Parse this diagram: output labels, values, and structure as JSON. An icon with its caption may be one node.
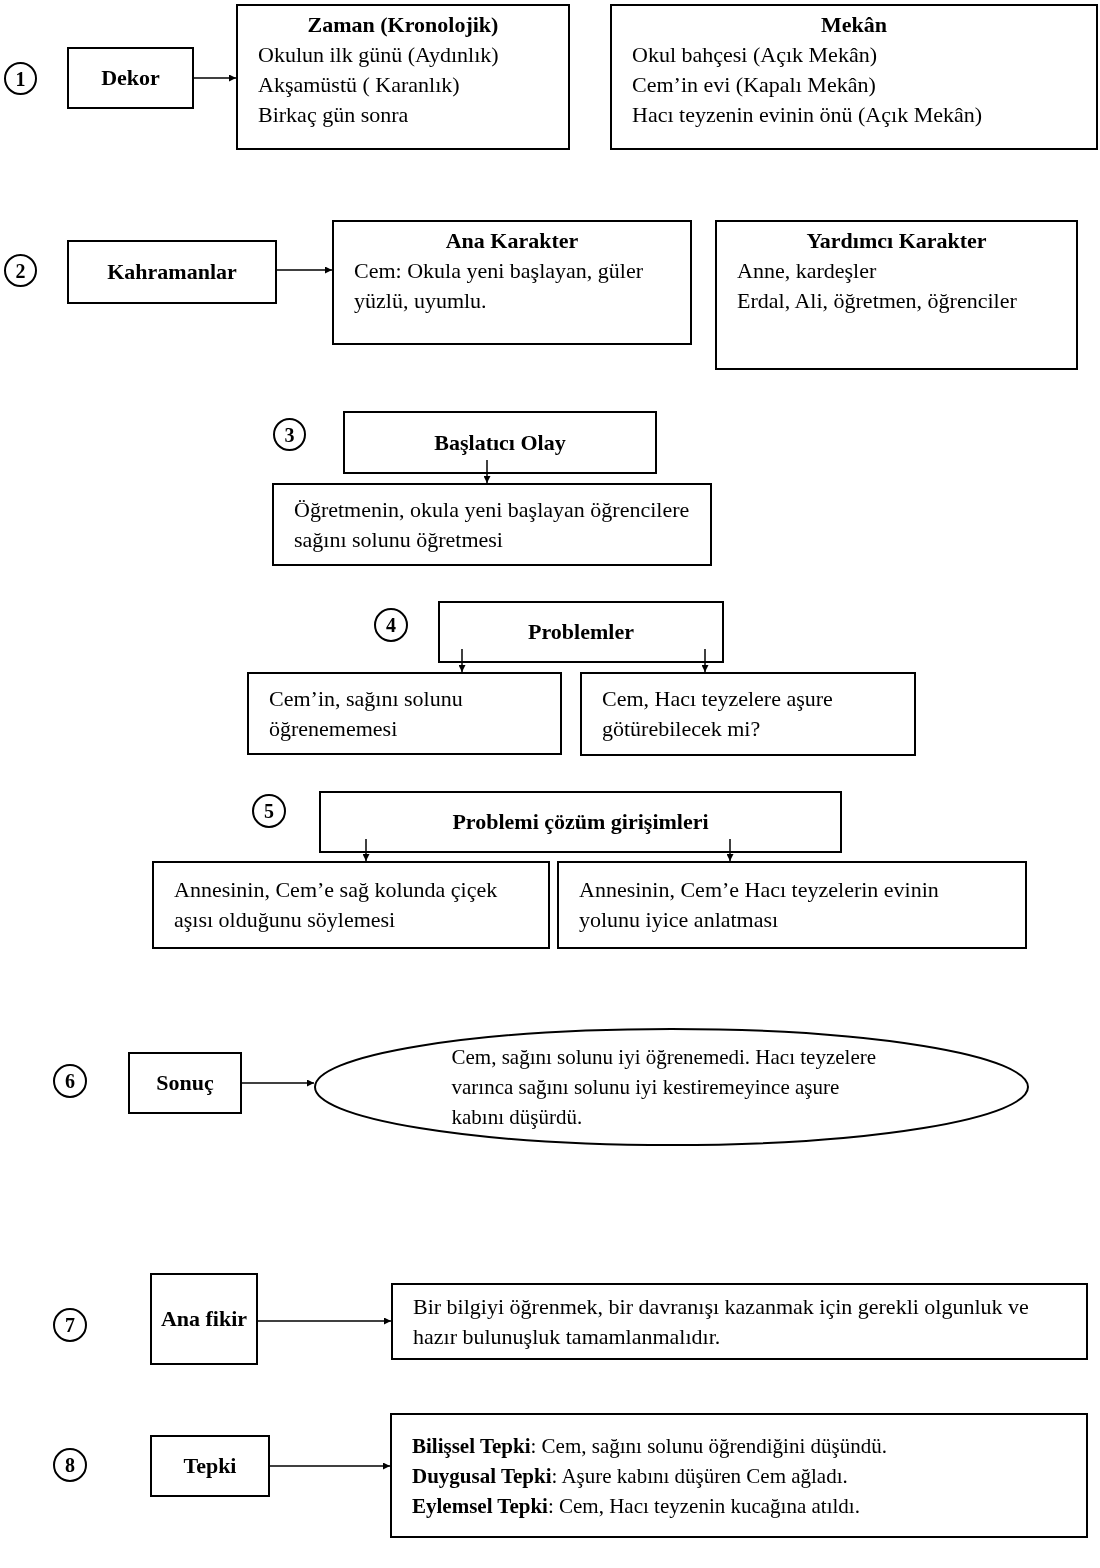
{
  "diagram": {
    "nodes": [
      {
        "text": [
          "1"
        ]
      },
      {
        "text": [
          "Dekor"
        ]
      },
      {
        "text": [
          "Zaman (Kronolojik)",
          "Okulun ilk günü (Aydınlık)",
          "Akşamüstü ( Karanlık)",
          "Birkaç gün sonra"
        ]
      },
      {
        "text": [
          "Mekân",
          "Okul bahçesi (Açık Mekân)",
          "Cem’in evi (Kapalı Mekân)",
          "Hacı teyzenin evinin önü (Açık Mekân)"
        ]
      },
      {
        "text": [
          "2"
        ]
      },
      {
        "text": [
          "Kahramanlar"
        ]
      },
      {
        "text": [
          "Ana Karakter",
          "Cem: Okula yeni başlayan, güler yüzlü, uyumlu."
        ]
      },
      {
        "text": [
          "Yardımcı Karakter",
          "Anne, kardeşler",
          "Erdal, Ali, öğretmen, öğrenciler"
        ]
      },
      {
        "text": [
          "3"
        ]
      },
      {
        "text": [
          "Başlatıcı Olay"
        ]
      },
      {
        "text": [
          "Öğretmenin, okula yeni başlayan öğrencilere sağını solunu öğretmesi"
        ]
      },
      {
        "text": [
          "4"
        ]
      },
      {
        "text": [
          "Problemler"
        ]
      },
      {
        "text": [
          "Cem’in, sağını solunu öğrenememesi"
        ]
      },
      {
        "text": [
          "Cem, Hacı teyzelere aşure götürebilecek mi?"
        ]
      },
      {
        "text": [
          "5"
        ]
      },
      {
        "text": [
          "Problemi çözüm girişimleri"
        ]
      },
      {
        "text": [
          "Annesinin, Cem’e sağ kolunda çiçek aşısı olduğunu söylemesi"
        ]
      },
      {
        "text": [
          "Annesinin, Cem’e Hacı teyzelerin evinin yolunu iyice anlatması"
        ]
      },
      {
        "text": [
          "6"
        ]
      },
      {
        "text": [
          "Sonuç"
        ]
      },
      {
        "text": [
          "Cem, sağını solunu iyi öğrenemedi. Hacı teyzelere varınca sağını solunu iyi kestiremeyince aşure kabını düşürdü."
        ]
      },
      {
        "text": [
          "7"
        ]
      },
      {
        "text": [
          "Ana fikir"
        ]
      },
      {
        "text": [
          "Bir bilgiyi öğrenmek, bir davranışı kazanmak için gerekli olgunluk ve hazır bulunuşluk tamamlanmalıdır."
        ]
      },
      {
        "text": [
          "8"
        ]
      },
      {
        "text": [
          "Tepki"
        ]
      },
      {
        "text": [
          "**Bilişsel Tepki**: Cem, sağını solunu öğrendiğini düşündü.",
          "**Duygusal Tepki**: Aşure kabını düşüren Cem ağladı.",
          "**Eylemsel Tepki**: Cem, Hacı teyzenin kucağına atıldı."
        ]
      }
    ],
    "edges": [
      {
        "from": 1,
        "to": 2,
        "arrow": "to"
      },
      {
        "from": 5,
        "to": 6,
        "arrow": "to"
      },
      {
        "from": 9,
        "to": 10,
        "arrow": "to"
      },
      {
        "from": 12,
        "to": 13,
        "arrow": "to"
      },
      {
        "from": 12,
        "to": 14,
        "arrow": "to"
      },
      {
        "from": 16,
        "to": 17,
        "arrow": "to"
      },
      {
        "from": 16,
        "to": 18,
        "arrow": "to"
      },
      {
        "from": 20,
        "to": 21,
        "arrow": "to"
      },
      {
        "from": 23,
        "to": 24,
        "arrow": "to"
      },
      {
        "from": 26,
        "to": 27,
        "arrow": "to"
      }
    ]
  }
}
